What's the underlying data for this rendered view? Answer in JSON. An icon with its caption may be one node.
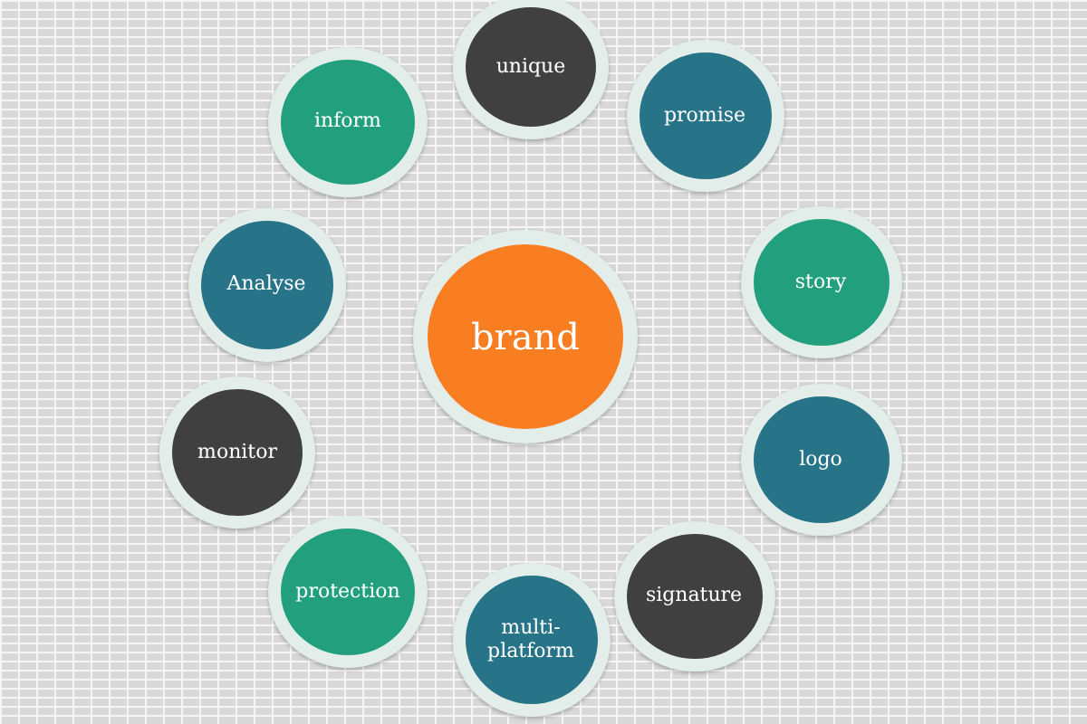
{
  "diagram": {
    "nodes": [
      {
        "text": [
          "unique"
        ]
      },
      {
        "text": [
          "inform"
        ]
      },
      {
        "text": [
          "promise"
        ]
      },
      {
        "text": [
          "Analyse"
        ]
      },
      {
        "text": [
          "brand"
        ]
      },
      {
        "text": [
          "story"
        ]
      },
      {
        "text": [
          "monitor"
        ]
      },
      {
        "text": [
          "logo"
        ]
      },
      {
        "text": [
          "protection"
        ]
      },
      {
        "text": [
          "signature"
        ]
      },
      {
        "text": [
          "multi-platform"
        ]
      }
    ]
  }
}
